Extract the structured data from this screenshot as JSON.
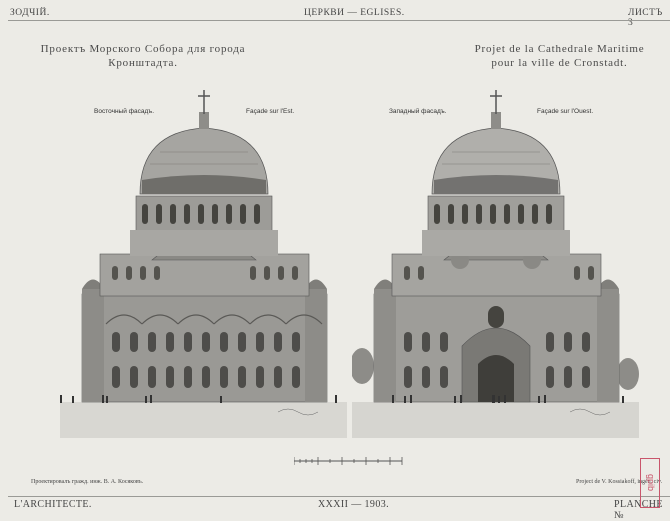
{
  "header": {
    "left": "ЗОДЧІЙ.",
    "center": "ЦЕРКВИ — EGLISES.",
    "right": "ЛИСТЪ 3"
  },
  "title_ru": [
    "Проектъ Морского Собора для города",
    "Кронштадта."
  ],
  "title_fr": [
    "Projet de la Cathedrale Maritime",
    "pour la ville de Cronstadt."
  ],
  "east": {
    "caption_ru": "Восточный фасадъ.",
    "caption_fr": "Façade sur l'Est."
  },
  "west": {
    "caption_ru": "Западный фасадъ.",
    "caption_fr": "Façade sur l'Ouest."
  },
  "credit_ru": "Проектировалъ гражд. инж. В. А. Косяковъ.",
  "credit_fr": "Project de V. Kossiakoff, ingén. civ.",
  "footer": {
    "left": "L'ARCHITECTE.",
    "center": "XXXII — 1903.",
    "right": "PLANCHE №"
  },
  "stamp": "gpib",
  "colors": {
    "paper": "#ecebe6",
    "ink": "#3a3a3a",
    "stone": "#8e8e8b",
    "stamp": "#c9556b"
  }
}
